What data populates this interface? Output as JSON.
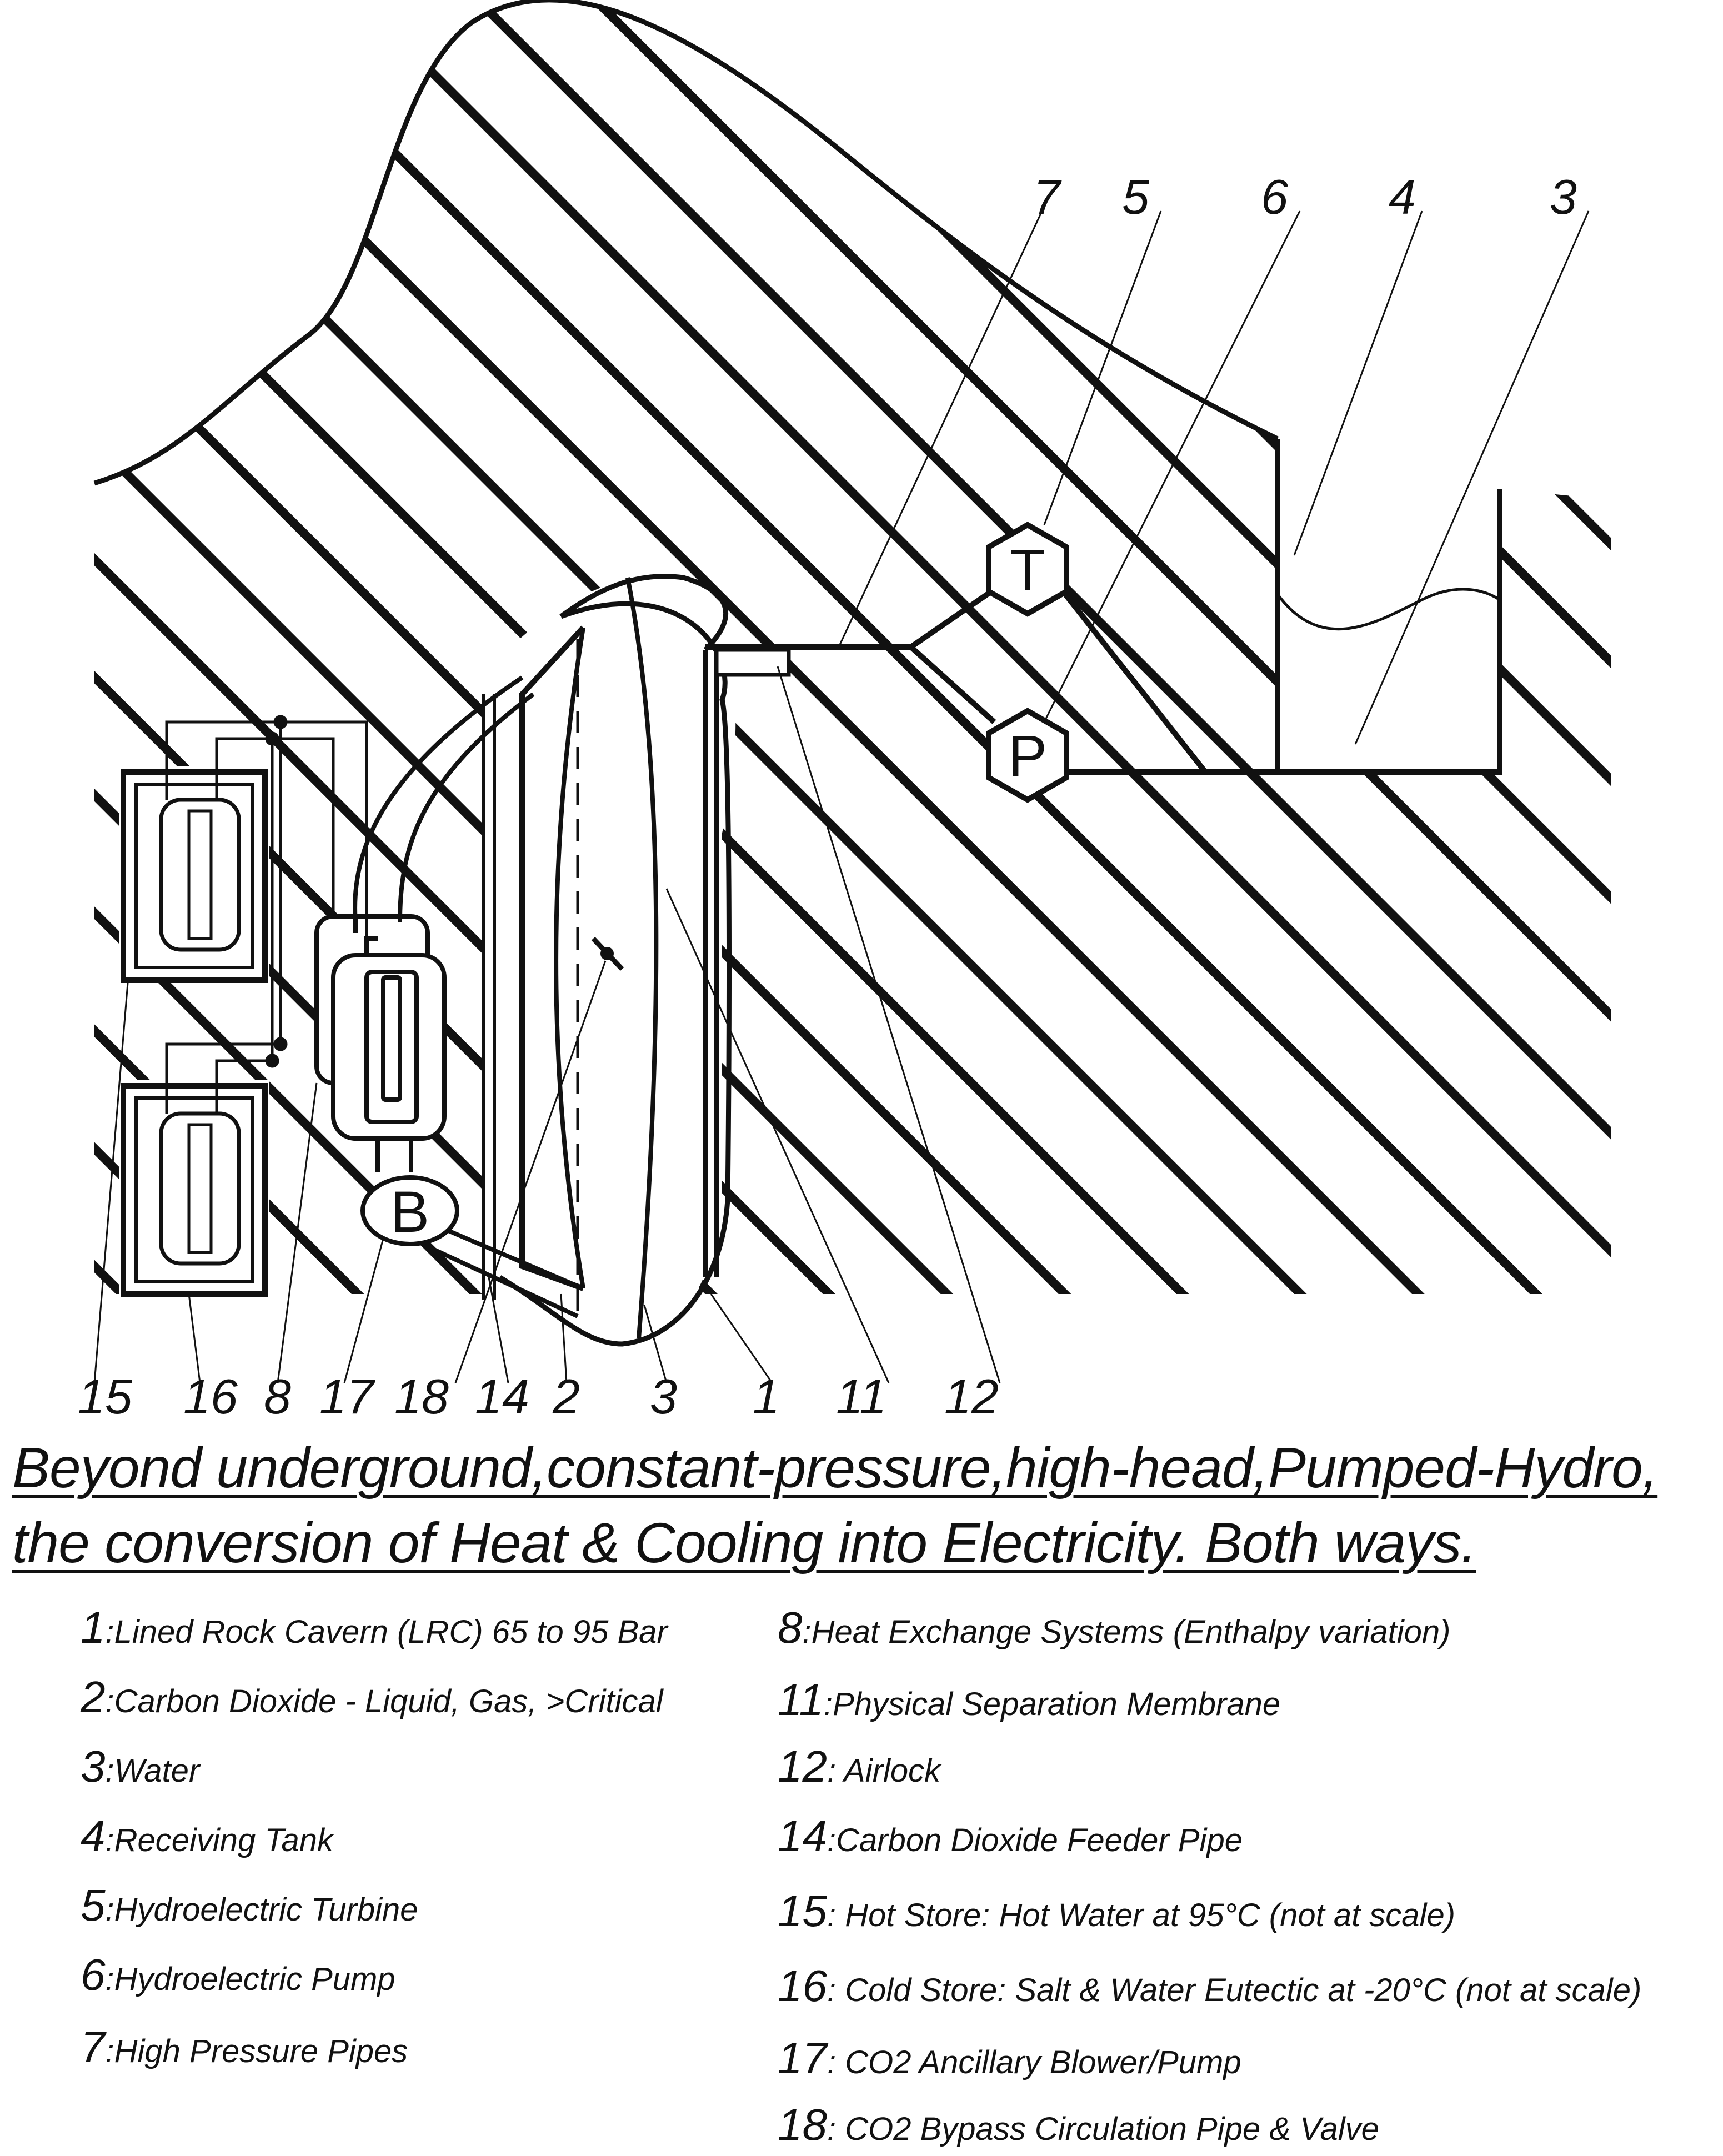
{
  "diagram": {
    "callouts": [
      "7",
      "5",
      "6",
      "4",
      "3",
      "15",
      "16",
      "8",
      "17",
      "18",
      "14",
      "2",
      "3",
      "1",
      "11",
      "12"
    ],
    "turbine_letter": "T",
    "pump_letter": "P",
    "blower_letter": "B"
  },
  "title": {
    "line1": "Beyond underground,constant-pressure,high-head,Pumped-Hydro,",
    "line2": "the conversion of Heat & Cooling into Electricity.  Both ways."
  },
  "legend": {
    "left": [
      {
        "num": "1",
        "text": ":Lined Rock Cavern (LRC) 65 to 95 Bar"
      },
      {
        "num": "2",
        "text": ":Carbon Dioxide - Liquid, Gas, >Critical"
      },
      {
        "num": "3",
        "text": ":Water"
      },
      {
        "num": "4",
        "text": ":Receiving Tank"
      },
      {
        "num": "5",
        "text": ":Hydroelectric Turbine"
      },
      {
        "num": "6",
        "text": ":Hydroelectric Pump"
      },
      {
        "num": "7",
        "text": ":High Pressure Pipes"
      }
    ],
    "right": [
      {
        "num": "8",
        "text": ":Heat Exchange  Systems (Enthalpy variation)"
      },
      {
        "num": "11",
        "text": ":Physical Separation Membrane"
      },
      {
        "num": "12",
        "text": ": Airlock"
      },
      {
        "num": "14",
        "text": ":Carbon Dioxide Feeder Pipe"
      },
      {
        "num": "15",
        "text": ": Hot Store: Hot Water at 95°C  (not at scale)"
      },
      {
        "num": "16",
        "text": ": Cold Store: Salt & Water Eutectic at -20°C (not at scale)"
      },
      {
        "num": "17",
        "text": ": CO2 Ancillary Blower/Pump"
      },
      {
        "num": "18",
        "text": ": CO2 Bypass Circulation Pipe & Valve"
      }
    ]
  }
}
